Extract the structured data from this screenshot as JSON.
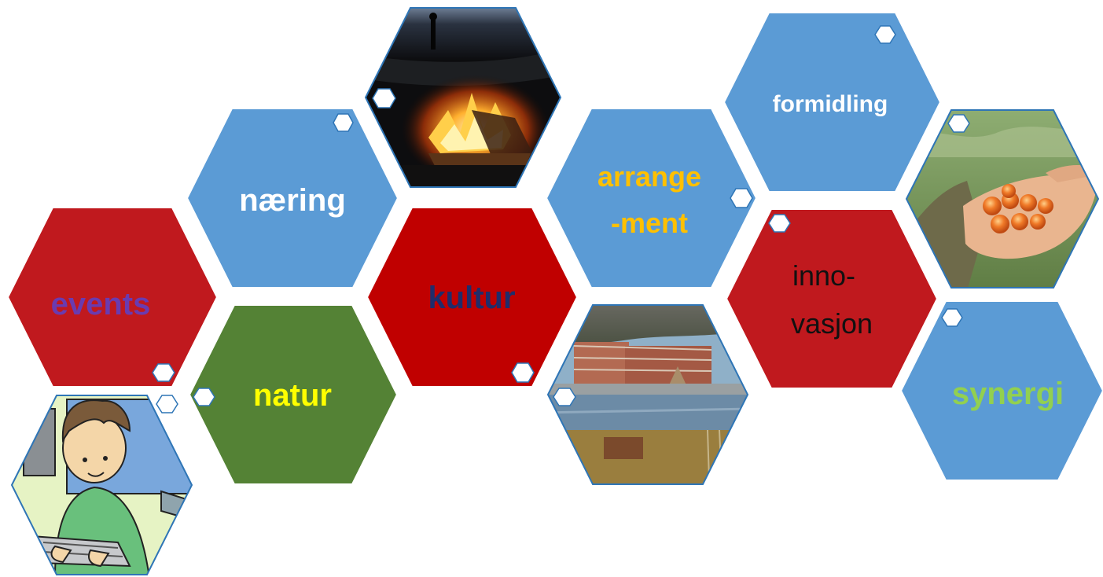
{
  "tiles": {
    "events": {
      "label": "events",
      "fill": "#c0191e",
      "text_color": "#6a3bb0"
    },
    "naering": {
      "label": "næring",
      "fill": "#5b9bd5",
      "text_color": "#ffffff"
    },
    "natur": {
      "label": "natur",
      "fill": "#548235",
      "text_color": "#ffff00"
    },
    "kultur": {
      "label": "kultur",
      "fill": "#c00000",
      "text_color": "#1f2d6b"
    },
    "arrangement": {
      "line1": "arrange",
      "line2": "-ment",
      "fill": "#5b9bd5",
      "text_color": "#ffc000"
    },
    "formidling": {
      "label": "formidling",
      "fill": "#5b9bd5",
      "text_color": "#ffffff"
    },
    "innovasjon": {
      "line1": "inno-",
      "line2": "vasjon",
      "fill": "#c0191e",
      "text_color": "#111111"
    },
    "synergi": {
      "label": "synergi",
      "fill": "#5b9bd5",
      "text_color": "#92d050"
    }
  },
  "photos": {
    "computer_user": "cartoon-computer-user",
    "campfire": "campfire-at-night",
    "cloudberries": "hand-with-cloudberries",
    "building": "building-by-river"
  },
  "colors": {
    "outline": "#2e75b6",
    "badge": "#ffffff"
  }
}
